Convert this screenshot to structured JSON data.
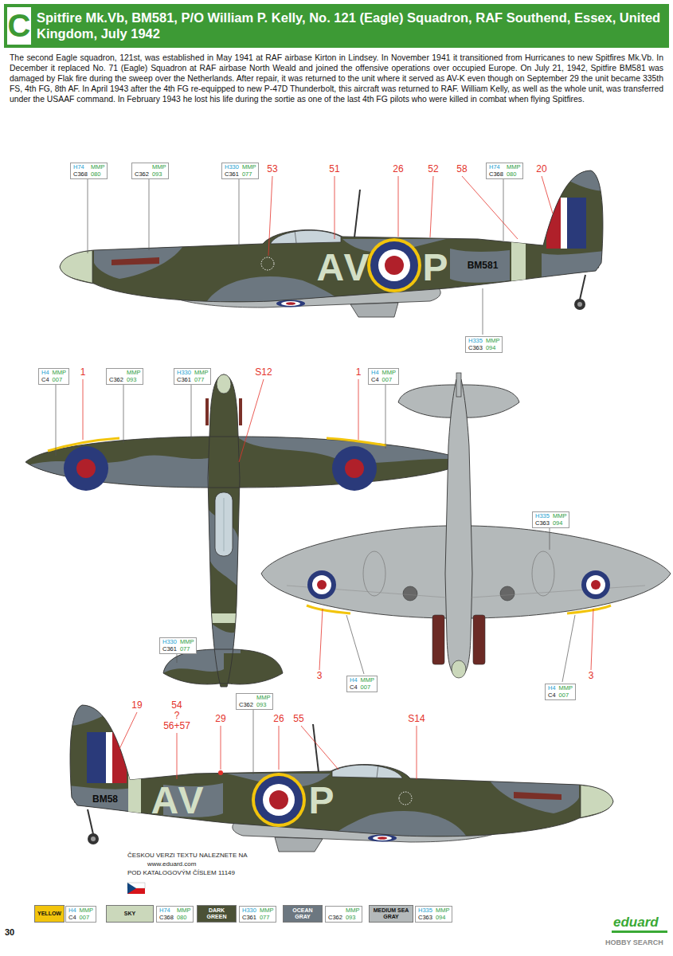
{
  "diagram": {
    "title": "Spitfire Mk.Vb, BM581, P/O William P. Kelly, No. 121 (Eagle) Squadron, RAF Southend, Essex, United Kingdom, July 1942",
    "caption": "The second Eagle squadron, 121st, was established in May 1941 at RAF airbase Kirton in Lindsey. In November 1941 it transitioned from Hurricanes to new Spitfires Mk.Vb. In December it replaced No. 71 (Eagle) Squadron at RAF airbase North Weald and joined the offensive operations over occupied Europe. On July 21, 1942, Spitfire BM581 was damaged by Flak fire during the sweep over the Netherlands. After repair, it was returned to the unit where it served as AV-K even though on September 29 the unit became 335th FS, 4th FG, 8th AF. In April 1943 after the 4th FG re-equipped to new P-47D Thunderbolt, this aircraft was returned to RAF. William Kelly, as well as the whole unit, was transferred under the USAAF command. In February 1943 he lost his life during the sortie as one of the last 4th FG pilots who were killed in combat when flying Spitfires.",
    "nodes": [
      {
        "text": [
          "H74",
          "MMP",
          "C368",
          "080"
        ]
      },
      {
        "text": [
          "MMP",
          "C362",
          "093"
        ]
      },
      {
        "text": [
          "H330",
          "MMP",
          "C361",
          "077"
        ]
      },
      {
        "text": [
          "H74",
          "MMP",
          "C368",
          "080"
        ]
      },
      {
        "text": [
          "H335",
          "MMP",
          "C363",
          "094"
        ]
      },
      {
        "text": [
          "H4",
          "MMP",
          "C4",
          "007"
        ]
      },
      {
        "text": [
          "MMP",
          "C362",
          "093"
        ]
      },
      {
        "text": [
          "H330",
          "MMP",
          "C361",
          "077"
        ]
      },
      {
        "text": [
          "H4",
          "MMP",
          "C4",
          "007"
        ]
      },
      {
        "text": [
          "H335",
          "MMP",
          "C363",
          "094"
        ]
      },
      {
        "text": [
          "H330",
          "MMP",
          "C361",
          "077"
        ]
      },
      {
        "text": [
          "H4",
          "MMP",
          "C4",
          "007"
        ]
      },
      {
        "text": [
          "H4",
          "MMP",
          "C4",
          "007"
        ]
      },
      {
        "text": [
          "MMP",
          "C362",
          "093"
        ]
      },
      {
        "text": [
          "H4",
          "MMP",
          "C4",
          "007"
        ]
      },
      {
        "text": [
          "H74",
          "MMP",
          "C368",
          "080"
        ]
      },
      {
        "text": [
          "H330",
          "MMP",
          "C361",
          "077"
        ]
      },
      {
        "text": [
          "MMP",
          "C362",
          "093"
        ]
      },
      {
        "text": [
          "H335",
          "MMP",
          "C363",
          "094"
        ]
      }
    ],
    "labels": [
      "C",
      "53",
      "51",
      "26",
      "52",
      "58",
      "20",
      "AV",
      "P",
      "BM581",
      "1",
      "S12",
      "1",
      "3",
      "3",
      "19",
      "54",
      "?",
      "56+57",
      "29",
      "26",
      "55",
      "S14",
      "BM58",
      "AV",
      "P",
      "ČESKOU VERZI TEXTU NALEZNETE NA",
      "www.eduard.com",
      "POD KATALOGOVÝM ČÍSLEM 11149",
      "30",
      "eduard",
      "HOBBY SEARCH"
    ],
    "legend": [
      {
        "text": "YELLOW",
        "color": "#f2c40c"
      },
      {
        "text": "SKY",
        "color": "#cbd8bb"
      },
      {
        "text": "DARK GREEN",
        "color": "#4b5136"
      },
      {
        "text": "OCEAN GRAY",
        "color": "#6c7780"
      },
      {
        "text": "MEDIUM SEA GRAY",
        "color": "#b4b9ba"
      }
    ]
  }
}
